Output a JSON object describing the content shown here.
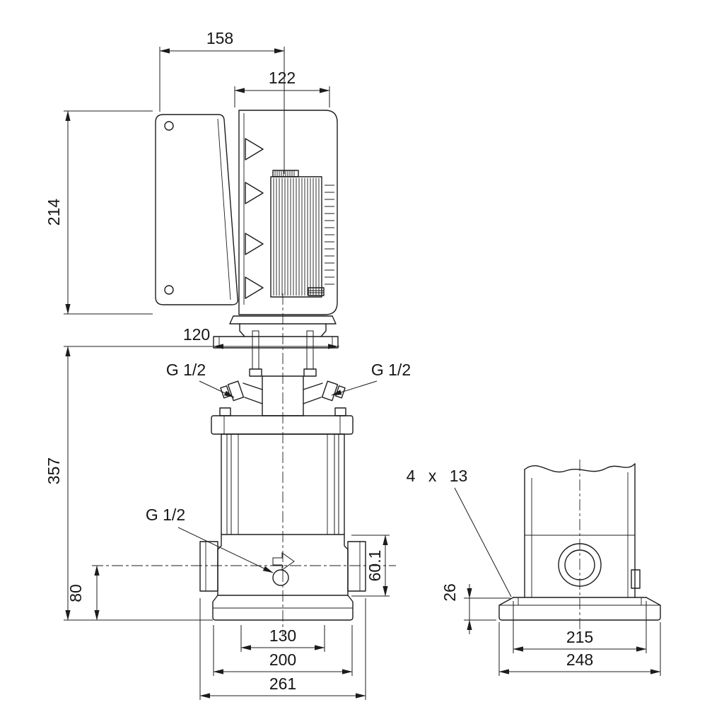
{
  "drawing": {
    "type": "technical-dimensional-drawing",
    "subject": "vertical multistage pump, side view and base view",
    "colors": {
      "line": "#1c1c1c",
      "background": "#ffffff"
    },
    "labels": {
      "dim_158": "158",
      "dim_122": "122",
      "dim_214": "214",
      "dim_120": "120",
      "dim_357": "357",
      "dim_80": "80",
      "dim_60_1": "60.1",
      "dim_130": "130",
      "dim_200": "200",
      "dim_261": "261",
      "dim_26": "26",
      "dim_215": "215",
      "dim_248": "248",
      "holes_note": "4 x 13",
      "port_top_left": "G 1/2",
      "port_top_right": "G 1/2",
      "drain_port": "G 1/2"
    }
  }
}
